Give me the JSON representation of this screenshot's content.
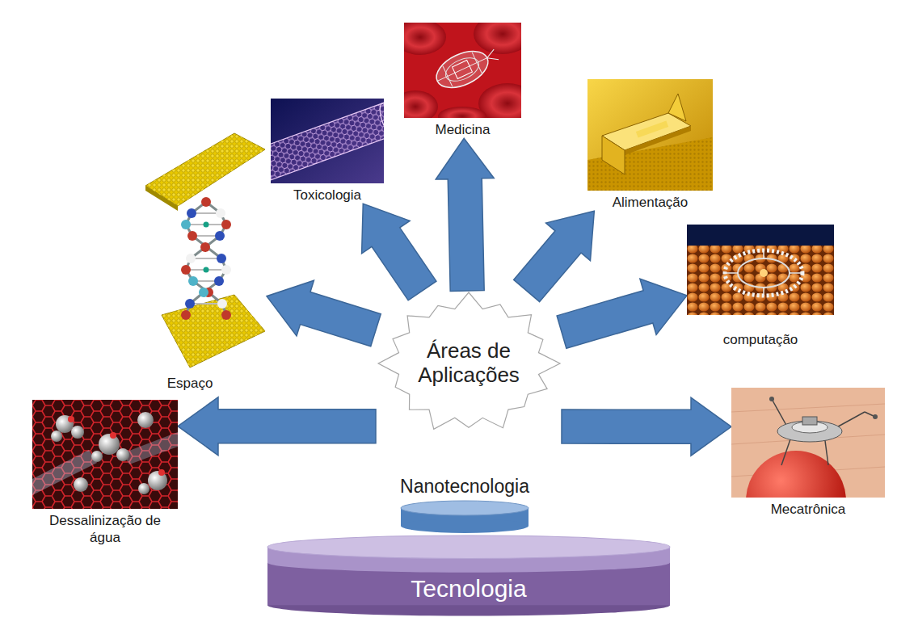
{
  "diagram": {
    "nodes": [
      {
        "text": [
          "Medicina"
        ]
      },
      {
        "text": [
          "Toxicologia"
        ]
      },
      {
        "text": [
          "Alimentação"
        ]
      },
      {
        "text": [
          "Espaço"
        ]
      },
      {
        "text": [
          "computação"
        ]
      },
      {
        "text": [
          "Áreas de Aplicações"
        ]
      },
      {
        "text": [
          "Dessalinização de água"
        ]
      },
      {
        "text": [
          "Mecatrônica"
        ]
      },
      {
        "text": [
          "Nanotecnologia"
        ]
      },
      {
        "text": [
          "Tecnologia"
        ]
      }
    ],
    "edges": [
      {
        "from": 5,
        "to": 0,
        "arrow": "to"
      },
      {
        "from": 5,
        "to": 1,
        "arrow": "to"
      },
      {
        "from": 5,
        "to": 2,
        "arrow": "to"
      },
      {
        "from": 5,
        "to": 3,
        "arrow": "to"
      },
      {
        "from": 5,
        "to": 4,
        "arrow": "to"
      },
      {
        "from": 5,
        "to": 6,
        "arrow": "to"
      },
      {
        "from": 5,
        "to": 7,
        "arrow": "to"
      }
    ]
  }
}
